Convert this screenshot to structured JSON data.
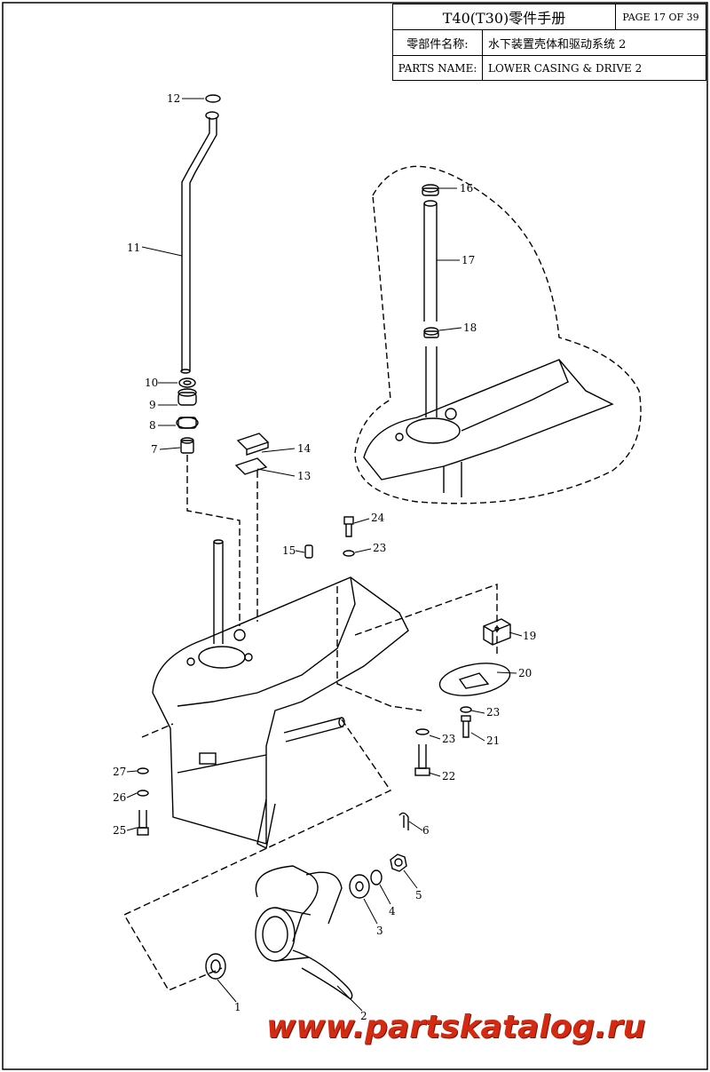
{
  "header": {
    "model": "T40(T30)零件手册",
    "page": "PAGE 17 OF 39",
    "name_label_cn": "零部件名称:",
    "name_value_cn": "水下装置壳体和驱动系统 2",
    "name_label_en": "PARTS NAME:",
    "name_value_en": "LOWER CASING & DRIVE 2"
  },
  "callouts": [
    "1",
    "2",
    "3",
    "4",
    "5",
    "6",
    "7",
    "8",
    "9",
    "10",
    "11",
    "12",
    "13",
    "14",
    "15",
    "16",
    "17",
    "18",
    "19",
    "20",
    "21",
    "22",
    "23",
    "23",
    "23",
    "24",
    "25",
    "26",
    "27"
  ],
  "watermark": "www.partskatalog.ru"
}
